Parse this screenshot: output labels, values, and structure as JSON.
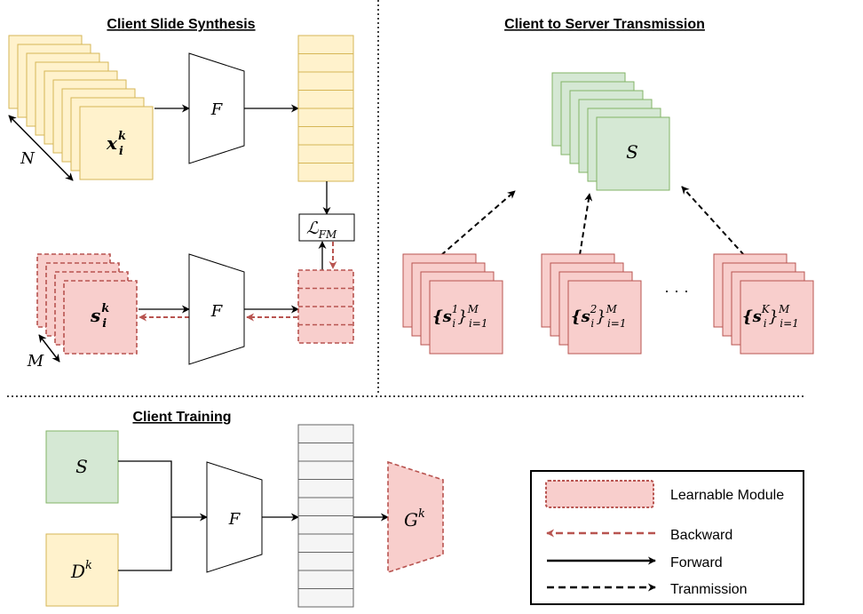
{
  "sections": {
    "synthesis_title": "Client Slide Synthesis",
    "transmission_title": "Client to Server Transmission",
    "training_title": "Client Training"
  },
  "synthesis": {
    "real_image": {
      "base": "x",
      "sub": "i",
      "sup": "k"
    },
    "count_label": "N",
    "model_label": "F",
    "loss": {
      "base": "ℒ",
      "sub": "FM"
    },
    "synthetic_image": {
      "base": "s",
      "sub": "i",
      "sup": "k"
    },
    "synthetic_count_label": "M"
  },
  "transmission": {
    "server_label": "S",
    "client_sets": [
      {
        "base": "{s",
        "sub": "i",
        "sup": "1",
        "close": "}",
        "set_sub": "i=1",
        "set_sup": "M"
      },
      {
        "base": "{s",
        "sub": "i",
        "sup": "2",
        "close": "}",
        "set_sub": "i=1",
        "set_sup": "M"
      },
      {
        "base": "{s",
        "sub": "i",
        "sup": "K",
        "close": "}",
        "set_sub": "i=1",
        "set_sup": "M"
      }
    ],
    "ellipsis": "· · ·"
  },
  "training": {
    "server_data_label": "S",
    "local_data": {
      "base": "D",
      "sup": "k"
    },
    "model_label": "F",
    "head": {
      "base": "G",
      "sup": "k"
    }
  },
  "legend": {
    "items": [
      {
        "label": "Learnable Module"
      },
      {
        "label": "Backward"
      },
      {
        "label": "Forward"
      },
      {
        "label": "Tranmission"
      }
    ]
  },
  "colors": {
    "yellow_fill": "#fff2cc",
    "yellow_stroke": "#d6b656",
    "red_fill": "#f8cecc",
    "red_stroke": "#b85450",
    "green_fill": "#d5e8d4",
    "green_stroke": "#82b366",
    "gray_fill": "#f5f5f5",
    "gray_stroke": "#666666"
  }
}
